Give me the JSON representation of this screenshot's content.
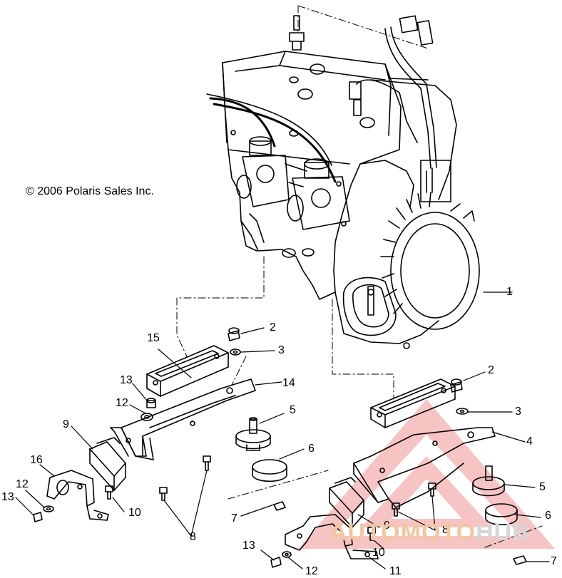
{
  "copyright": "© 2006 Polaris Sales Inc.",
  "callouts": [
    {
      "id": "c1",
      "label": "1"
    },
    {
      "id": "c2a",
      "label": "2"
    },
    {
      "id": "c3a",
      "label": "3"
    },
    {
      "id": "c15",
      "label": "15"
    },
    {
      "id": "c14",
      "label": "14"
    },
    {
      "id": "c13a",
      "label": "13"
    },
    {
      "id": "c12a",
      "label": "12"
    },
    {
      "id": "c9a",
      "label": "9"
    },
    {
      "id": "c5a",
      "label": "5"
    },
    {
      "id": "c6a",
      "label": "6"
    },
    {
      "id": "c16",
      "label": "16"
    },
    {
      "id": "c12b",
      "label": "12"
    },
    {
      "id": "c13b",
      "label": "13"
    },
    {
      "id": "c10a",
      "label": "10"
    },
    {
      "id": "c8a",
      "label": "8"
    },
    {
      "id": "c7a",
      "label": "7"
    },
    {
      "id": "c2b",
      "label": "2"
    },
    {
      "id": "c3b",
      "label": "3"
    },
    {
      "id": "c4",
      "label": "4"
    },
    {
      "id": "c5b",
      "label": "5"
    },
    {
      "id": "c6b",
      "label": "6"
    },
    {
      "id": "c9b",
      "label": "9"
    },
    {
      "id": "c8b",
      "label": "8"
    },
    {
      "id": "c10b",
      "label": "10"
    },
    {
      "id": "c13c",
      "label": "13"
    },
    {
      "id": "c12c",
      "label": "12"
    },
    {
      "id": "c11",
      "label": "11"
    },
    {
      "id": "c7b",
      "label": "7"
    }
  ],
  "watermark": {
    "part1": "AUTOMOTO",
    "part2": "HUB",
    "color_red": "#e8403e",
    "color_orange": "#f1c7a0"
  }
}
